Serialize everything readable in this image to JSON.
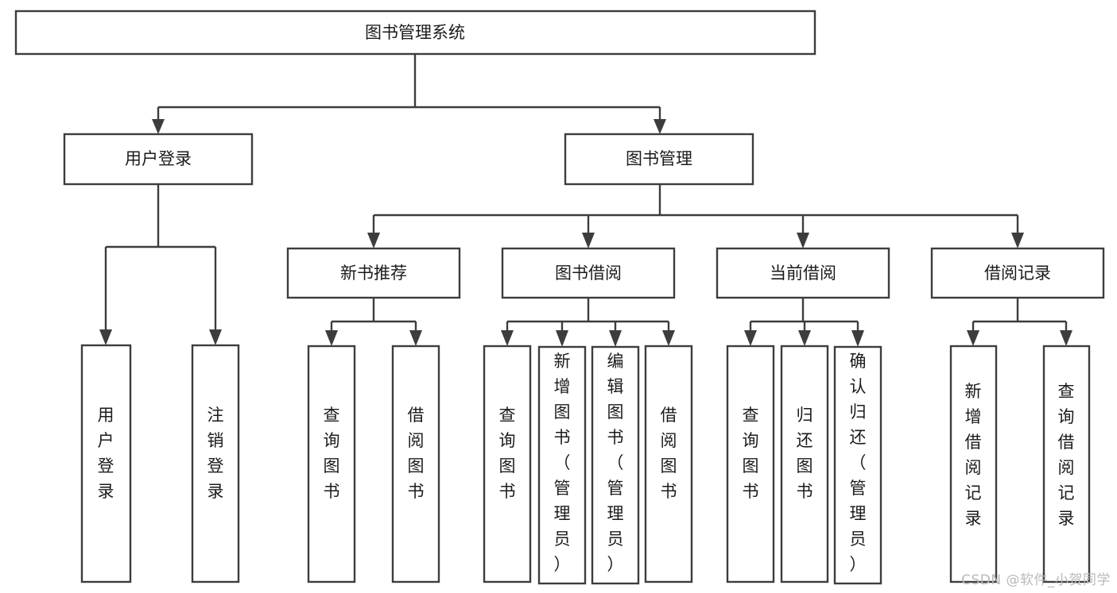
{
  "diagram": {
    "title": "图书管理系统",
    "type": "tree-hierarchy-diagram",
    "watermark": "CSDN @软件_小贺同学",
    "colors": {
      "stroke": "#3d3d3d",
      "fill": "#ffffff",
      "text": "#1b1b1b",
      "background": "#ffffff",
      "watermark": "#b9b9b9"
    },
    "nodes": {
      "root": {
        "label": "图书管理系统",
        "level": 0,
        "orientation": "horizontal"
      },
      "level1": [
        {
          "id": "user-login",
          "label": "用户登录",
          "orientation": "horizontal"
        },
        {
          "id": "book-management",
          "label": "图书管理",
          "orientation": "horizontal"
        }
      ],
      "level2": [
        {
          "id": "new-book-recommend",
          "label": "新书推荐",
          "orientation": "horizontal"
        },
        {
          "id": "book-borrow",
          "label": "图书借阅",
          "orientation": "horizontal"
        },
        {
          "id": "current-borrow",
          "label": "当前借阅",
          "orientation": "horizontal"
        },
        {
          "id": "borrow-record",
          "label": "借阅记录",
          "orientation": "horizontal"
        }
      ],
      "leaves": {
        "user-login": [
          {
            "id": "leaf-user-login",
            "label": "用户登录",
            "orientation": "vertical"
          },
          {
            "id": "leaf-logout-login",
            "label": "注销登录",
            "orientation": "vertical"
          }
        ],
        "new-book-recommend": [
          {
            "id": "leaf-query-book-1",
            "label": "查询图书",
            "orientation": "vertical"
          },
          {
            "id": "leaf-borrow-book-1",
            "label": "借阅图书",
            "orientation": "vertical"
          }
        ],
        "book-borrow": [
          {
            "id": "leaf-query-book-2",
            "label": "查询图书",
            "orientation": "vertical"
          },
          {
            "id": "leaf-add-book-admin",
            "label": "新增图书（管理员）",
            "orientation": "vertical"
          },
          {
            "id": "leaf-edit-book-admin",
            "label": "编辑图书（管理员）",
            "orientation": "vertical"
          },
          {
            "id": "leaf-borrow-book-2",
            "label": "借阅图书",
            "orientation": "vertical"
          }
        ],
        "current-borrow": [
          {
            "id": "leaf-query-book-3",
            "label": "查询图书",
            "orientation": "vertical"
          },
          {
            "id": "leaf-return-book",
            "label": "归还图书",
            "orientation": "vertical"
          },
          {
            "id": "leaf-confirm-return-admin",
            "label": "确认归还（管理员）",
            "orientation": "vertical"
          }
        ],
        "borrow-record": [
          {
            "id": "leaf-add-borrow-record",
            "label": "新增借阅记录",
            "orientation": "vertical"
          },
          {
            "id": "leaf-query-borrow-record",
            "label": "查询借阅记录",
            "orientation": "vertical"
          }
        ]
      }
    }
  }
}
